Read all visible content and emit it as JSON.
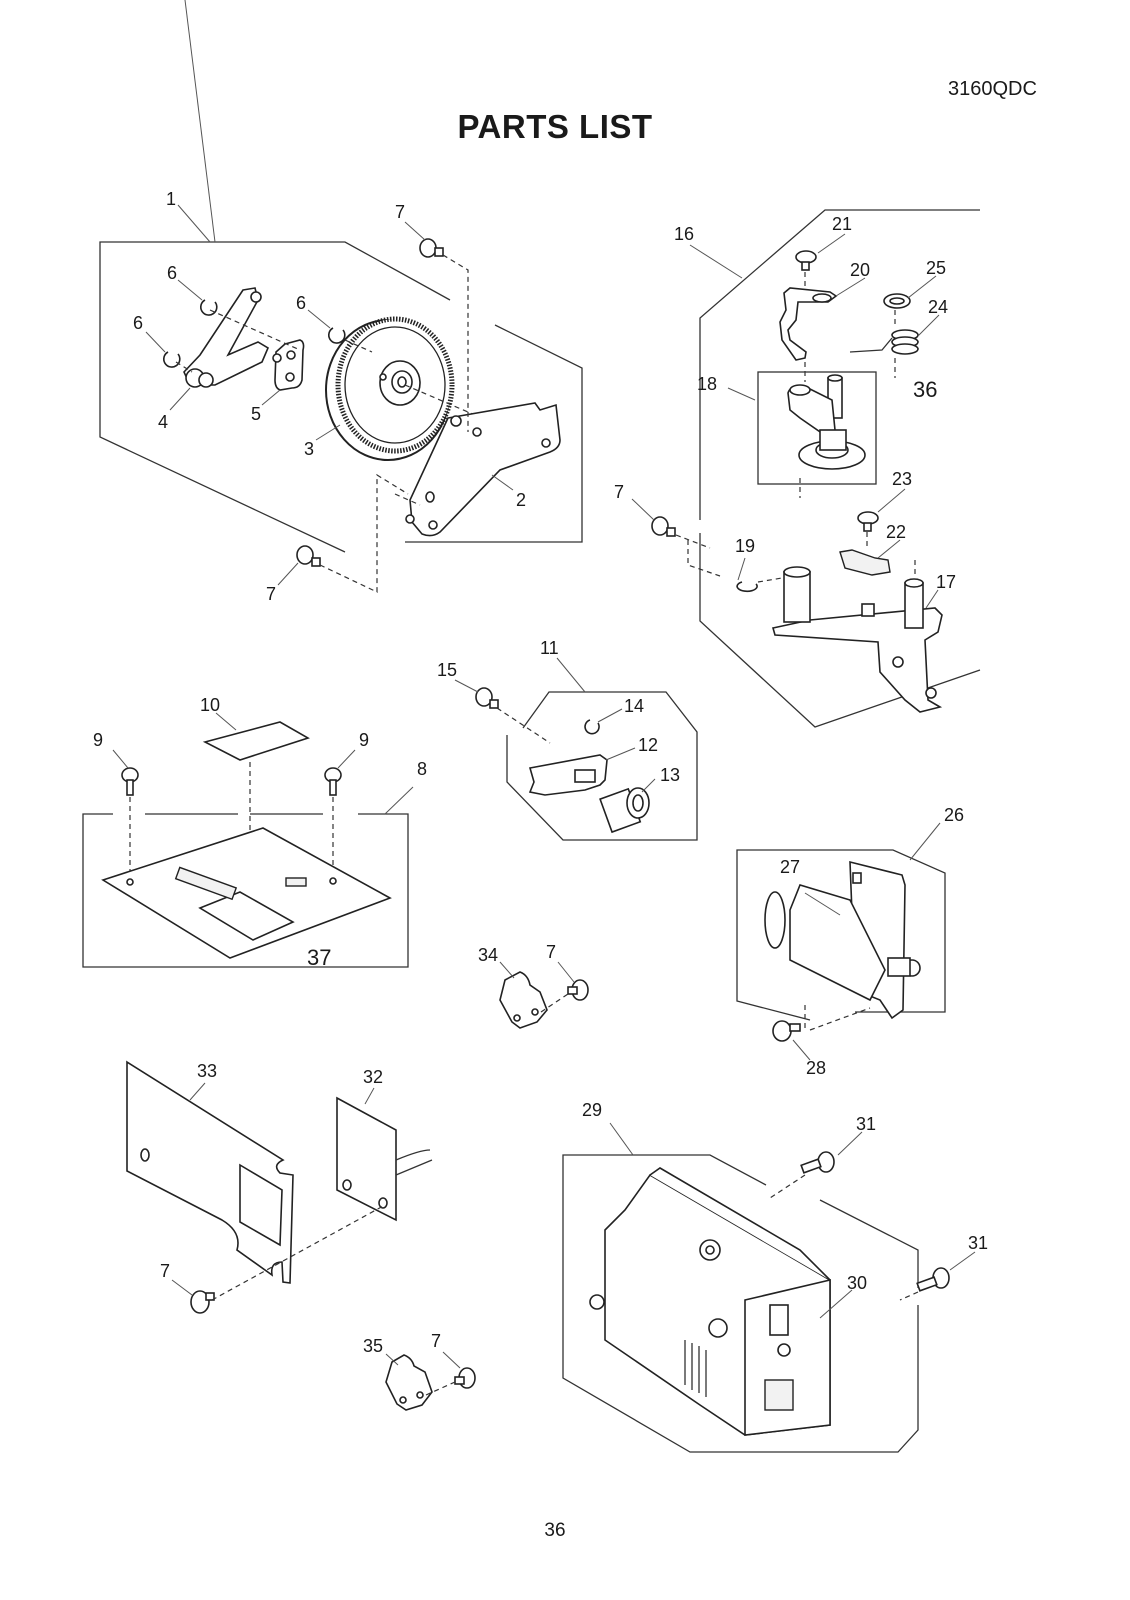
{
  "header": {
    "model_code": "3160QDC",
    "title": "PARTS LIST"
  },
  "footer": {
    "page_number": "36"
  },
  "callouts": {
    "c1": "1",
    "c2": "2",
    "c3": "3",
    "c4": "4",
    "c5": "5",
    "c6a": "6",
    "c6b": "6",
    "c6c": "6",
    "c7a": "7",
    "c7b": "7",
    "c7c": "7",
    "c7d": "7",
    "c7e": "7",
    "c7f": "7",
    "c8": "8",
    "c9a": "9",
    "c9b": "9",
    "c10": "10",
    "c11": "11",
    "c12": "12",
    "c13": "13",
    "c14": "14",
    "c15": "15",
    "c16": "16",
    "c17": "17",
    "c18": "18",
    "c19": "19",
    "c20": "20",
    "c21": "21",
    "c22": "22",
    "c23": "23",
    "c24": "24",
    "c25": "25",
    "c26": "26",
    "c27": "27",
    "c28": "28",
    "c29": "29",
    "c30": "30",
    "c31a": "31",
    "c31b": "31",
    "c32": "32",
    "c33": "33",
    "c34": "34",
    "c35": "35",
    "c36": "36",
    "c37": "37"
  }
}
